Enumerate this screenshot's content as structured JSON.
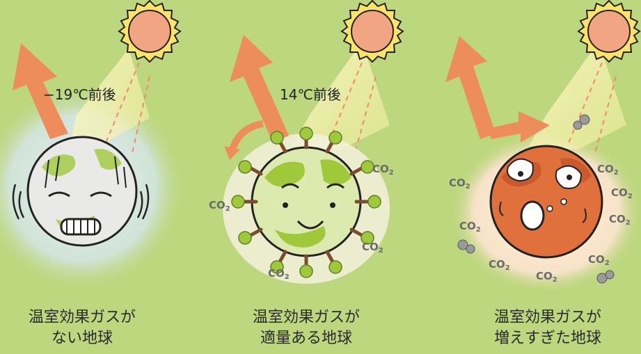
{
  "panels": [
    {
      "id": "no-gas",
      "temperature": "−19℃前後",
      "caption_line1": "温室効果ガスが",
      "caption_line2": "ない地球"
    },
    {
      "id": "moderate-gas",
      "temperature": "14℃前後",
      "caption_line1": "温室効果ガスが",
      "caption_line2": "適量ある地球"
    },
    {
      "id": "excess-gas",
      "temperature": "",
      "caption_line1": "温室効果ガスが",
      "caption_line2": "増えすぎた地球"
    }
  ],
  "co2_label": {
    "main": "CO",
    "sub": "2"
  },
  "colors": {
    "background": "#bcd77d",
    "sun": "#f2a583",
    "arrow": "#ee8d5c",
    "sunbeam": "#fbf5b0",
    "earth_green": "#9fc93a",
    "earth_hot": "#e0703c"
  }
}
